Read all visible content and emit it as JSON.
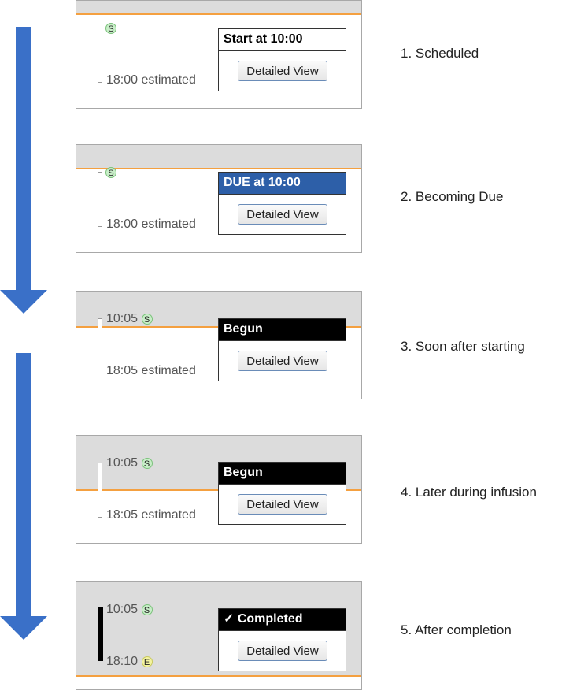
{
  "colors": {
    "arrow": "#3a70c8",
    "orange_line": "#f4a040",
    "due_header": "#2d5fa8"
  },
  "button_label": "Detailed View",
  "panels": [
    {
      "start_time": "",
      "start_badge": "S",
      "end_text": "18:00 estimated",
      "end_badge": "",
      "header": "Start at 10:00",
      "step_label": "1. Scheduled"
    },
    {
      "start_time": "",
      "start_badge": "S",
      "end_text": "18:00 estimated",
      "end_badge": "",
      "header": "DUE at 10:00",
      "step_label": "2. Becoming Due"
    },
    {
      "start_time": "10:05",
      "start_badge": "S",
      "end_text": "18:05 estimated",
      "end_badge": "",
      "header": "Begun",
      "step_label": "3. Soon after starting"
    },
    {
      "start_time": "10:05",
      "start_badge": "S",
      "end_text": "18:05 estimated",
      "end_badge": "",
      "header": "Begun",
      "step_label": "4. Later during infusion"
    },
    {
      "start_time": "10:05",
      "start_badge": "S",
      "end_text": "18:10",
      "end_badge": "E",
      "header": "✓  Completed",
      "step_label": "5. After completion"
    }
  ]
}
